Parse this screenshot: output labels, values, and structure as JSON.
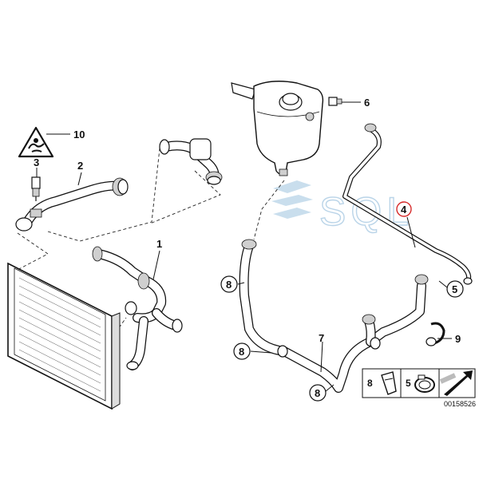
{
  "diagram": {
    "callouts": [
      {
        "id": "1",
        "label": "1"
      },
      {
        "id": "2",
        "label": "2"
      },
      {
        "id": "3",
        "label": "3"
      },
      {
        "id": "4",
        "label": "4"
      },
      {
        "id": "5",
        "label": "5"
      },
      {
        "id": "6",
        "label": "6"
      },
      {
        "id": "7",
        "label": "7"
      },
      {
        "id": "8a",
        "label": "8"
      },
      {
        "id": "8b",
        "label": "8"
      },
      {
        "id": "8c",
        "label": "8"
      },
      {
        "id": "9",
        "label": "9"
      },
      {
        "id": "10",
        "label": "10"
      }
    ],
    "legend": {
      "cells": [
        {
          "label": "8"
        },
        {
          "label": "5"
        }
      ]
    },
    "watermark": "SQL",
    "highlight_color": "#d62b2b",
    "document_number": "00158526"
  }
}
